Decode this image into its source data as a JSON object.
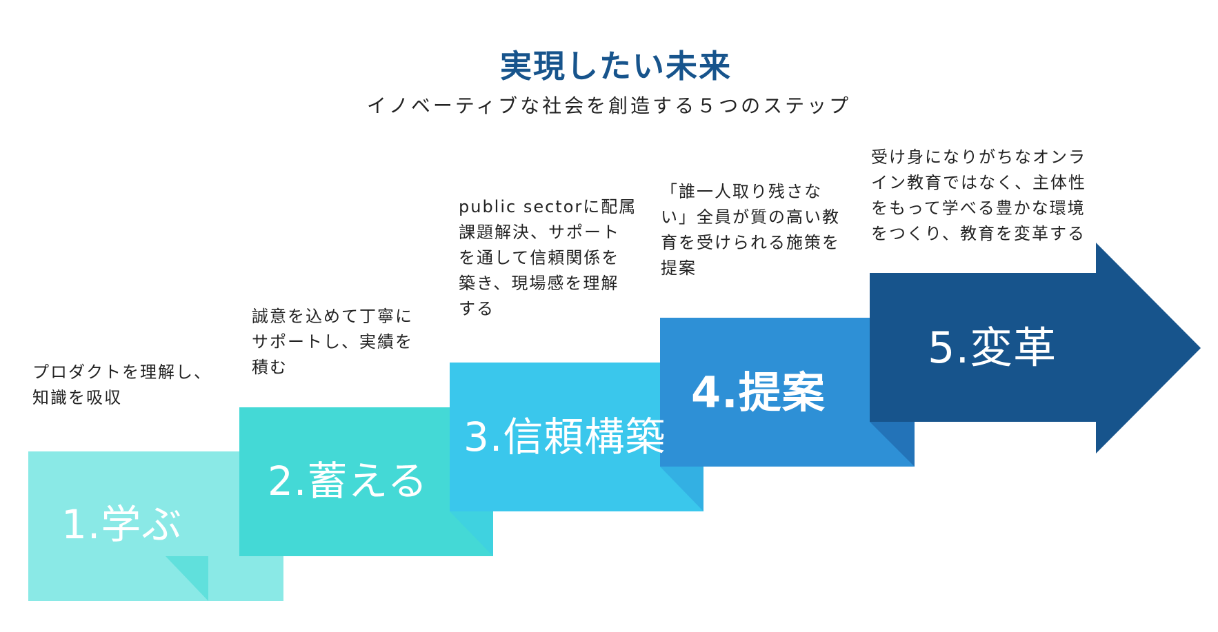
{
  "header": {
    "title": "実現したい未来",
    "subtitle": "イノベーティブな社会を創造する５つのステップ"
  },
  "colors": {
    "title": "#17548C",
    "step1": "#8AE9E6",
    "step1_fold": "#60E0DC",
    "step2": "#44D9D6",
    "step2_fold": "#3FD2E0",
    "step3": "#3AC7EC",
    "step3_fold": "#33B0E3",
    "step4": "#2E90D6",
    "step4_fold": "#2373B8",
    "step5": "#17548C"
  },
  "steps": [
    {
      "number": "1",
      "label": "1.学ぶ",
      "description": "プロダクトを理解し、\n知識を吸収"
    },
    {
      "number": "2",
      "label": "2.蓄える",
      "description": "誠意を込めて丁寧に\nサポートし、実績を\n積む"
    },
    {
      "number": "3",
      "label": "3.信頼構築",
      "description": "public sectorに配属\n課題解決、サポート\nを通して信頼関係を\n築き、現場感を理解\nする"
    },
    {
      "number": "4",
      "label": "4.提案",
      "description": "「誰一人取り残さな\nい」全員が質の高い教\n育を受けられる施策を\n提案"
    },
    {
      "number": "5",
      "label": "5.変革",
      "description": "受け身になりがちなオンラ\nイン教育ではなく、主体性\nをもって学べる豊かな環境\nをつくり、教育を変革する"
    }
  ]
}
